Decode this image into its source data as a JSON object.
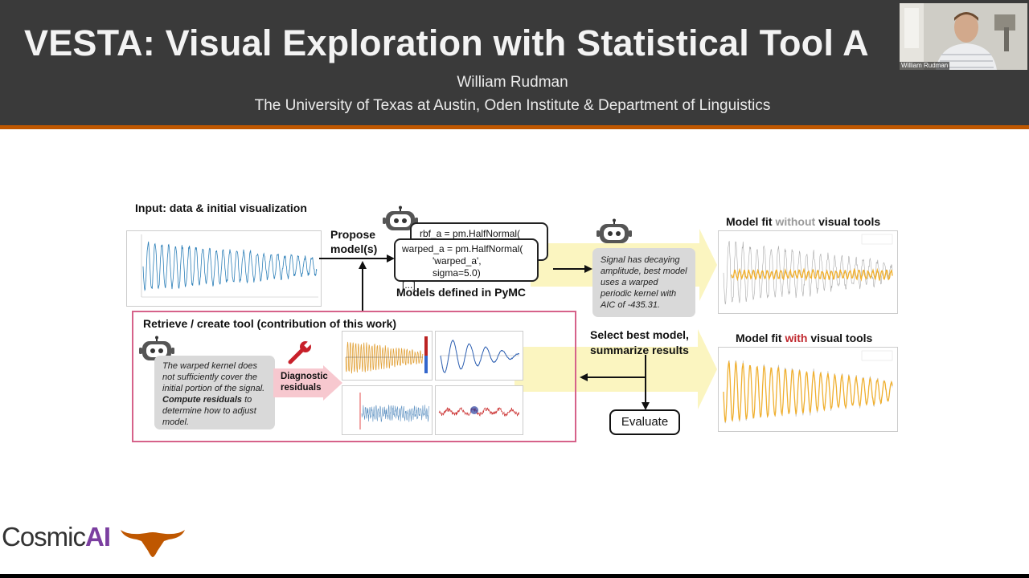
{
  "slide": {
    "title": "VESTA: Visual Exploration with Statistical Tool A",
    "author": "William Rudman",
    "affiliation": "The University of Texas at Austin, Oden Institute & Department of Linguistics"
  },
  "webcam": {
    "name_tag": "William Rudman"
  },
  "diagram": {
    "input_label": "Input: data & initial visualization",
    "propose_label": "Propose\nmodel(s)",
    "code_back": "rbf_a = pm.HalfNormal(",
    "code_front_1": "warped_a = pm.HalfNormal(",
    "code_front_2": "'warped_a', sigma=5.0)",
    "code_front_3": "[...]",
    "models_caption": "Models defined in PyMC",
    "assistant_bubble": "Signal has decaying amplitude, best model uses a warped periodic kernel with AIC of -435.31.",
    "fit_without_prefix": "Model fit ",
    "fit_without_highlight": "without",
    "fit_without_suffix": " visual tools",
    "fit_with_prefix": "Model fit ",
    "fit_with_highlight": "with",
    "fit_with_suffix": " visual tools",
    "select_label": "Select best model,\nsummarize results",
    "evaluate_label": "Evaluate",
    "retrieve_label": "Retrieve / create tool (contribution of this work)",
    "tool_bubble_plain": "The warped kernel does not sufficiently cover the initial portion of the signal. ",
    "tool_bubble_bold": "Compute residuals",
    "tool_bubble_end": " to determine how to adjust model.",
    "diag_label": "Diagnostic\nresiduals"
  },
  "colors": {
    "header_bg": "#3a3a3a",
    "accent_orange": "#bf5700",
    "highlight_pink": "#d6628a",
    "arrow_yellow": "#fbf5c0",
    "without_gray": "#9a9a9a",
    "with_red": "#c0282e",
    "cosmic_purple": "#7b3fa0"
  },
  "logos": {
    "cosmic_text_1": "Cosmic",
    "cosmic_text_2": "AI"
  },
  "icons": [
    "robot-icon",
    "wrench-icon",
    "longhorn-icon"
  ]
}
